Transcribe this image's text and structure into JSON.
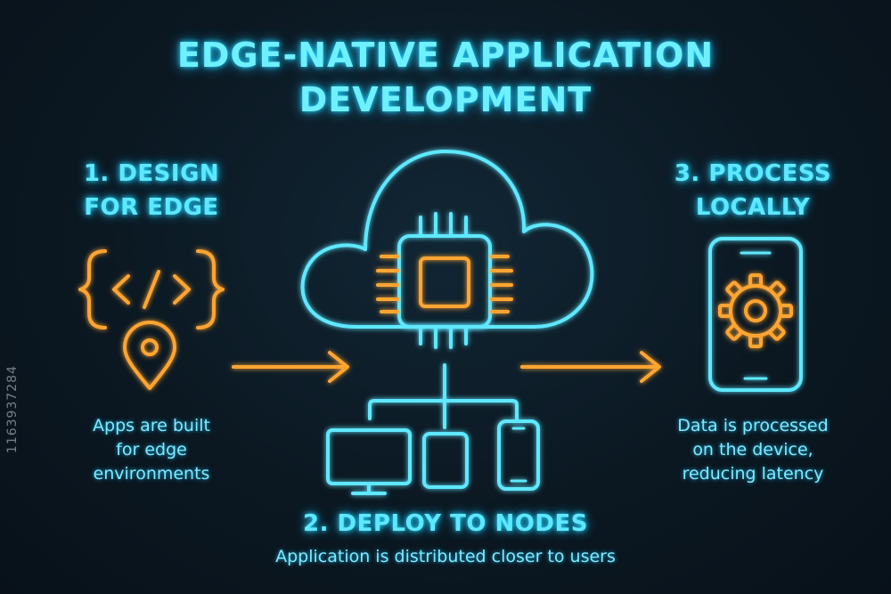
{
  "title": {
    "line1": "EDGE-NATIVE APPLICATION",
    "line2": "DEVELOPMENT"
  },
  "steps": [
    {
      "title_line1": "1. DESIGN",
      "title_line2": "FOR EDGE",
      "desc_lines": [
        "Apps are built",
        "for edge",
        "environments"
      ]
    },
    {
      "title_line1": "2. DEPLOY TO NODES",
      "desc_lines": [
        "Application is distributed closer to users"
      ]
    },
    {
      "title_line1": "3. PROCESS",
      "title_line2": "LOCALLY",
      "desc_lines": [
        "Data is processed",
        "on the device,",
        "reducing latency"
      ]
    }
  ],
  "icons": {
    "design": [
      "code-braces-icon",
      "location-pin-icon"
    ],
    "deploy": [
      "cloud-icon",
      "cpu-chip-icon",
      "desktop-monitor-icon",
      "tablet-icon",
      "smartphone-icon"
    ],
    "process": [
      "smartphone-icon",
      "gear-icon"
    ],
    "arrows": [
      "arrow-right-icon",
      "arrow-right-icon"
    ]
  },
  "colors": {
    "cyan": "#5ee8ff",
    "orange": "#ffa531",
    "background": "#0b1620"
  },
  "watermark": "1163937284"
}
